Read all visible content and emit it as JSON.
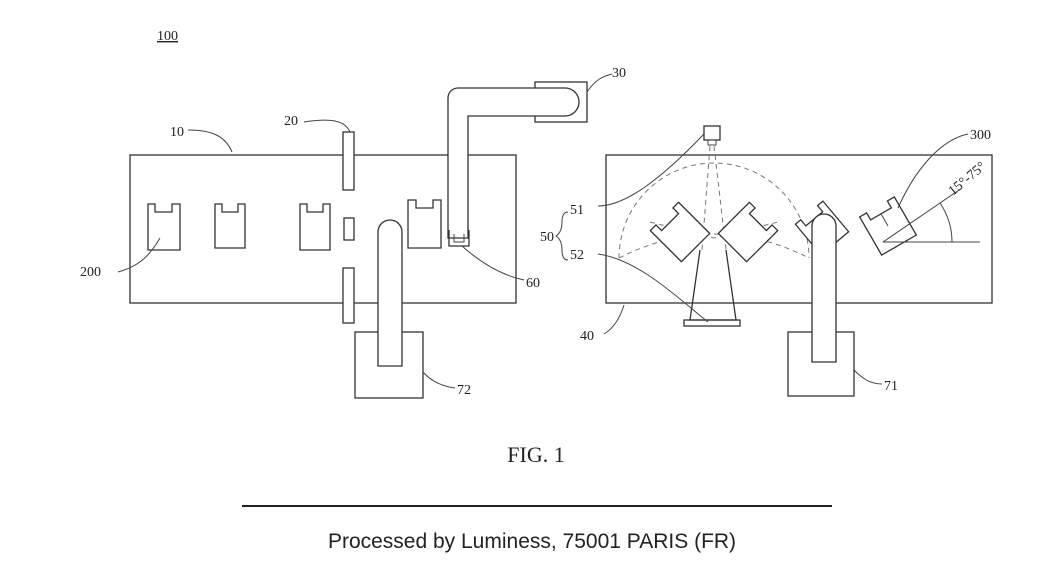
{
  "labels": {
    "system": "100",
    "station_left": "10",
    "divider": "20",
    "arm_top": "30",
    "station_right": "40",
    "module": "50",
    "camera": "51",
    "light": "52",
    "gripper": "60",
    "robot_right": "71",
    "robot_left": "72",
    "workpiece_left": "200",
    "workpiece_right": "300",
    "angle_range": "15°-75°"
  },
  "caption": "FIG. 1",
  "footer": "Processed by Luminess, 75001 PARIS (FR)"
}
